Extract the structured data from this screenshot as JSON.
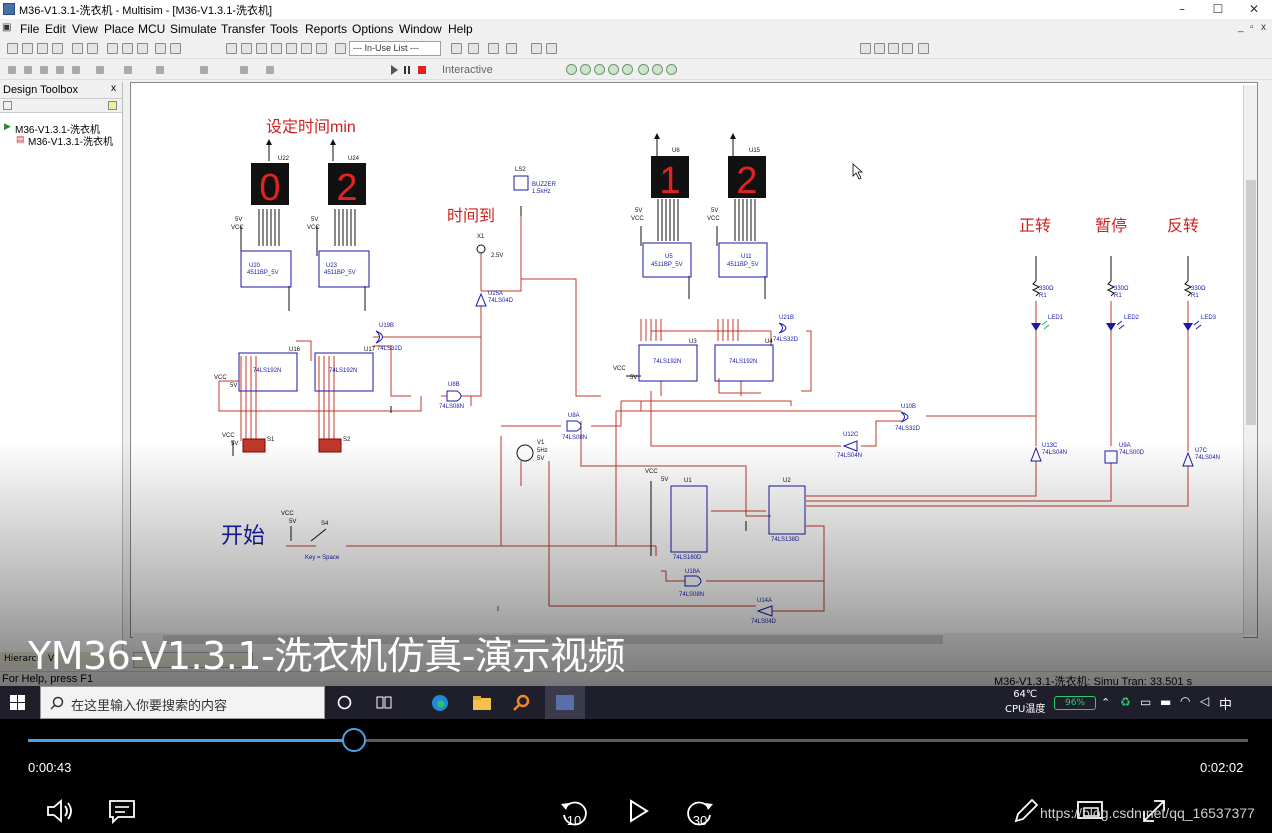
{
  "window": {
    "title": "M36-V1.3.1-洗衣机 - Multisim - [M36-V1.3.1-洗衣机]",
    "controls": [
      "–",
      "☐",
      "✕"
    ]
  },
  "menu": [
    "File",
    "Edit",
    "View",
    "Place",
    "MCU",
    "Simulate",
    "Transfer",
    "Tools",
    "Reports",
    "Options",
    "Window",
    "Help"
  ],
  "toolbar": {
    "in_use_list": "--- In-Use List ---",
    "interactive_label": "Interactive"
  },
  "design_toolbox": {
    "title": "Design Toolbox",
    "tree": [
      "M36-V1.3.1-洗衣机",
      "M36-V1.3.1-洗衣机"
    ],
    "tabs": [
      "Hierarch",
      "V"
    ]
  },
  "schematic": {
    "labels": {
      "set_time": "设定时间min",
      "time_up": "时间到",
      "forward": "正转",
      "pause": "暂停",
      "reverse": "反转",
      "start": "开始"
    },
    "displays": [
      {
        "ref": "U22",
        "digit": "0"
      },
      {
        "ref": "U24",
        "digit": "2"
      },
      {
        "ref": "U6",
        "digit": "1"
      },
      {
        "ref": "U15",
        "digit": "2"
      }
    ],
    "decoders": [
      {
        "ref": "U20",
        "part": "4511BP_5V"
      },
      {
        "ref": "U23",
        "part": "4511BP_5V"
      },
      {
        "ref": "U5",
        "part": "4511BP_5V"
      },
      {
        "ref": "U11",
        "part": "4511BP_5V"
      }
    ],
    "counters": [
      {
        "ref": "U16",
        "part": "74LS192N"
      },
      {
        "ref": "U17",
        "part": "74LS192N"
      },
      {
        "ref": "U3",
        "part": "74LS192N"
      },
      {
        "ref": "U4",
        "part": "74LS192N"
      }
    ],
    "gates": [
      {
        "ref": "U19B",
        "part": "74LS32D"
      },
      {
        "ref": "U8B",
        "part": "74LS08N"
      },
      {
        "ref": "U8A",
        "part": "74LS08N"
      },
      {
        "ref": "U25A",
        "part": "74LS04D"
      },
      {
        "ref": "U21B",
        "part": "74LS32D"
      },
      {
        "ref": "U10B",
        "part": "74LS32D"
      },
      {
        "ref": "U12C",
        "part": "74LS04N"
      },
      {
        "ref": "U13C",
        "part": "74LS04N"
      },
      {
        "ref": "U9A",
        "part": "74LS00D"
      },
      {
        "ref": "U7C",
        "part": "74LS04N"
      },
      {
        "ref": "U18A",
        "part": "74LS08N"
      },
      {
        "ref": "U14A",
        "part": "74LS04D"
      }
    ],
    "chips": [
      {
        "ref": "U1",
        "part": "74LS160D"
      },
      {
        "ref": "U2",
        "part": "74LS138D"
      }
    ],
    "leds": [
      {
        "ref": "LED1",
        "resistor": "330Ω",
        "rref": "R1"
      },
      {
        "ref": "LED2",
        "resistor": "330Ω",
        "rref": "R1"
      },
      {
        "ref": "LED3",
        "resistor": "330Ω",
        "rref": "R1"
      }
    ],
    "buzzer": {
      "ref": "LS2",
      "part": "BUZZER",
      "freq": "1.5kHz"
    },
    "probe": {
      "ref": "X1",
      "volt": "2.5V"
    },
    "source": {
      "ref": "V1",
      "freq": "5Hz",
      "volt": "5V"
    },
    "switches": [
      "S1",
      "S2"
    ],
    "key_switch": {
      "ref": "S4",
      "key": "Key = Space"
    },
    "vcc": "VCC",
    "v5": "5V"
  },
  "status": {
    "help": "For Help, press F1",
    "sim": "M36-V1.3.1-洗衣机: Simu Tran: 33.501 s"
  },
  "taskbar": {
    "search_placeholder": "在这里输入你要搜索的内容",
    "temp": "64℃",
    "temp_label": "CPU温度",
    "battery": "96%",
    "ime": "中"
  },
  "video": {
    "title": "YM36-V1.3.1-洗衣机仿真-演示视频",
    "current_time": "0:00:43",
    "total_time": "0:02:02",
    "progress": 0.267,
    "watermark": "https://blog.csdn.net/qq_16537377",
    "skip_back": "10",
    "skip_fwd": "30"
  },
  "colors": {
    "wire": "#c0392b",
    "component": "#1a1aa8",
    "label": "#cc2222",
    "accent": "#4aa3e8"
  }
}
